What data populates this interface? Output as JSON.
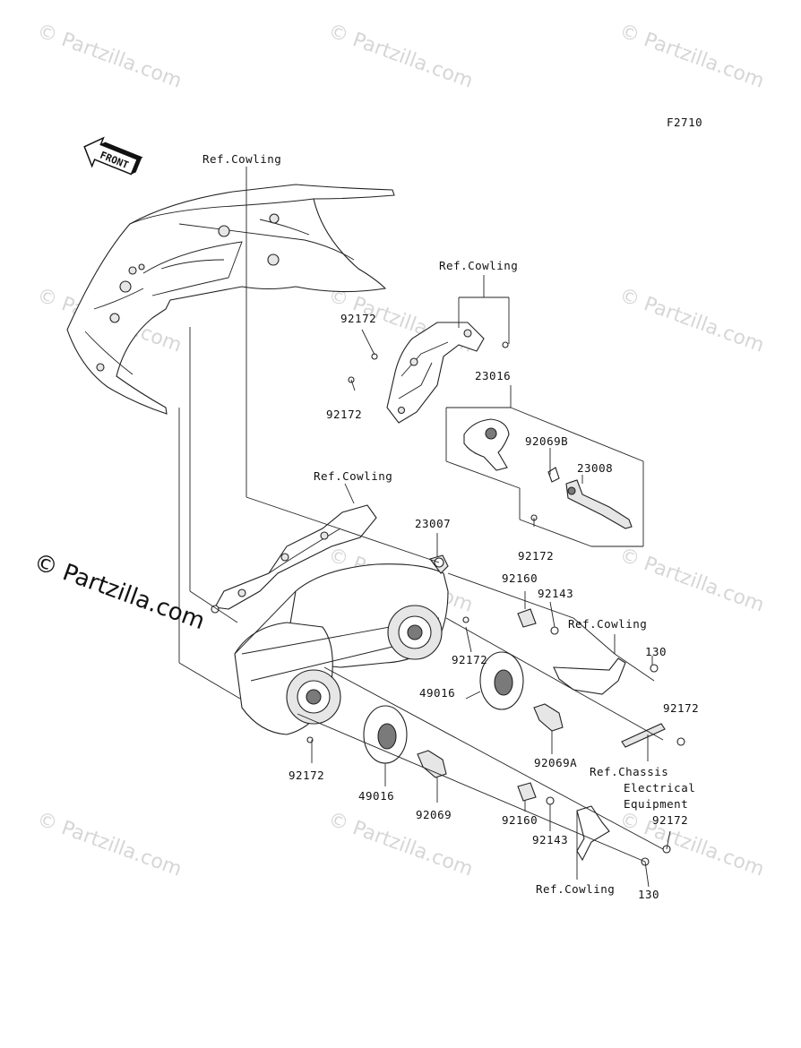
{
  "diagram_code": "F2710",
  "front_arrow_label": "FRONT",
  "copyright": "© Partzilla.com",
  "watermark": "© Partzilla.com",
  "labels": {
    "ref_cowling_top": "Ref.Cowling",
    "ref_cowling_bracket": "Ref.Cowling",
    "ref_cowling_mid": "Ref.Cowling",
    "ref_cowling_right": "Ref.Cowling",
    "ref_cowling_bottom": "Ref.Cowling",
    "ref_chassis_1": "Ref.Chassis",
    "ref_chassis_2": "Electrical",
    "ref_chassis_3": "Equipment",
    "p92172_a": "92172",
    "p92172_b": "92172",
    "p92172_c": "92172",
    "p92172_d": "92172",
    "p92172_e": "92172",
    "p92172_f": "92172",
    "p92172_g": "92172",
    "p23016": "23016",
    "p92069B": "92069B",
    "p23008": "23008",
    "p23007": "23007",
    "p92160_a": "92160",
    "p92160_b": "92160",
    "p92143_a": "92143",
    "p92143_b": "92143",
    "p130_a": "130",
    "p130_b": "130",
    "p49016_a": "49016",
    "p49016_b": "49016",
    "p92069A": "92069A",
    "p92069": "92069"
  }
}
